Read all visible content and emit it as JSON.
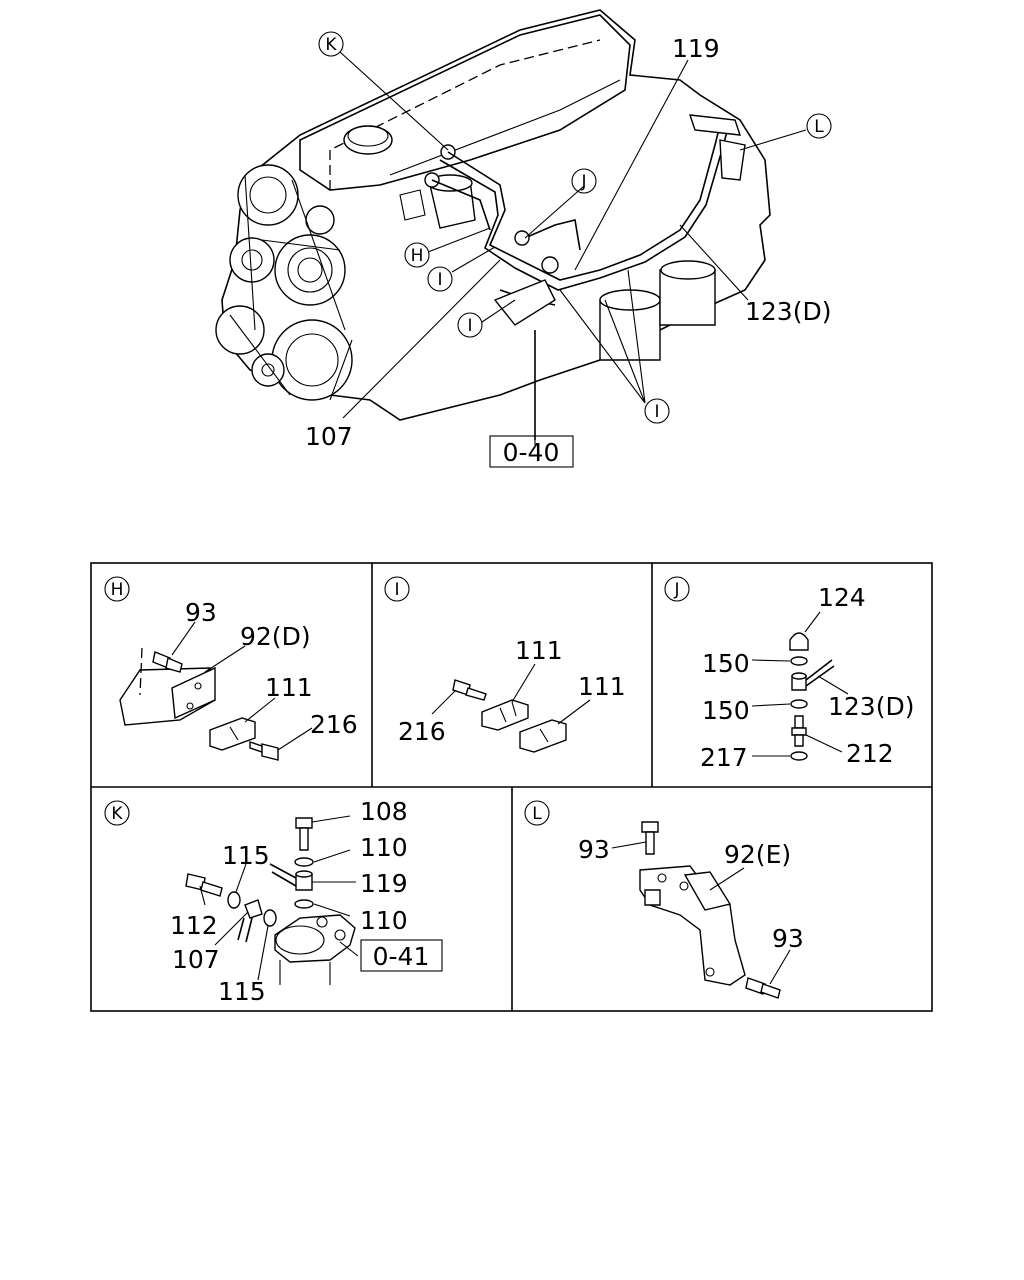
{
  "callouts_top": {
    "k": "K",
    "l": "L",
    "j": "J",
    "h": "H",
    "i1": "I",
    "i2": "I",
    "i3": "I",
    "p119": "119",
    "p123d": "123(D)",
    "p107": "107",
    "ref040": "0-40"
  },
  "panel_h": {
    "tag": "H",
    "p93": "93",
    "p92d": "92(D)",
    "p111": "111",
    "p216": "216"
  },
  "panel_i": {
    "tag": "I",
    "p111a": "111",
    "p111b": "111",
    "p216": "216"
  },
  "panel_j": {
    "tag": "J",
    "p124": "124",
    "p150a": "150",
    "p150b": "150",
    "p123d": "123(D)",
    "p212": "212",
    "p217": "217"
  },
  "panel_k": {
    "tag": "K",
    "p108": "108",
    "p110a": "110",
    "p110b": "110",
    "p119": "119",
    "p115a": "115",
    "p115b": "115",
    "p112": "112",
    "p107": "107",
    "ref041": "0-41"
  },
  "panel_l": {
    "tag": "L",
    "p93a": "93",
    "p93b": "93",
    "p92e": "92(E)"
  }
}
